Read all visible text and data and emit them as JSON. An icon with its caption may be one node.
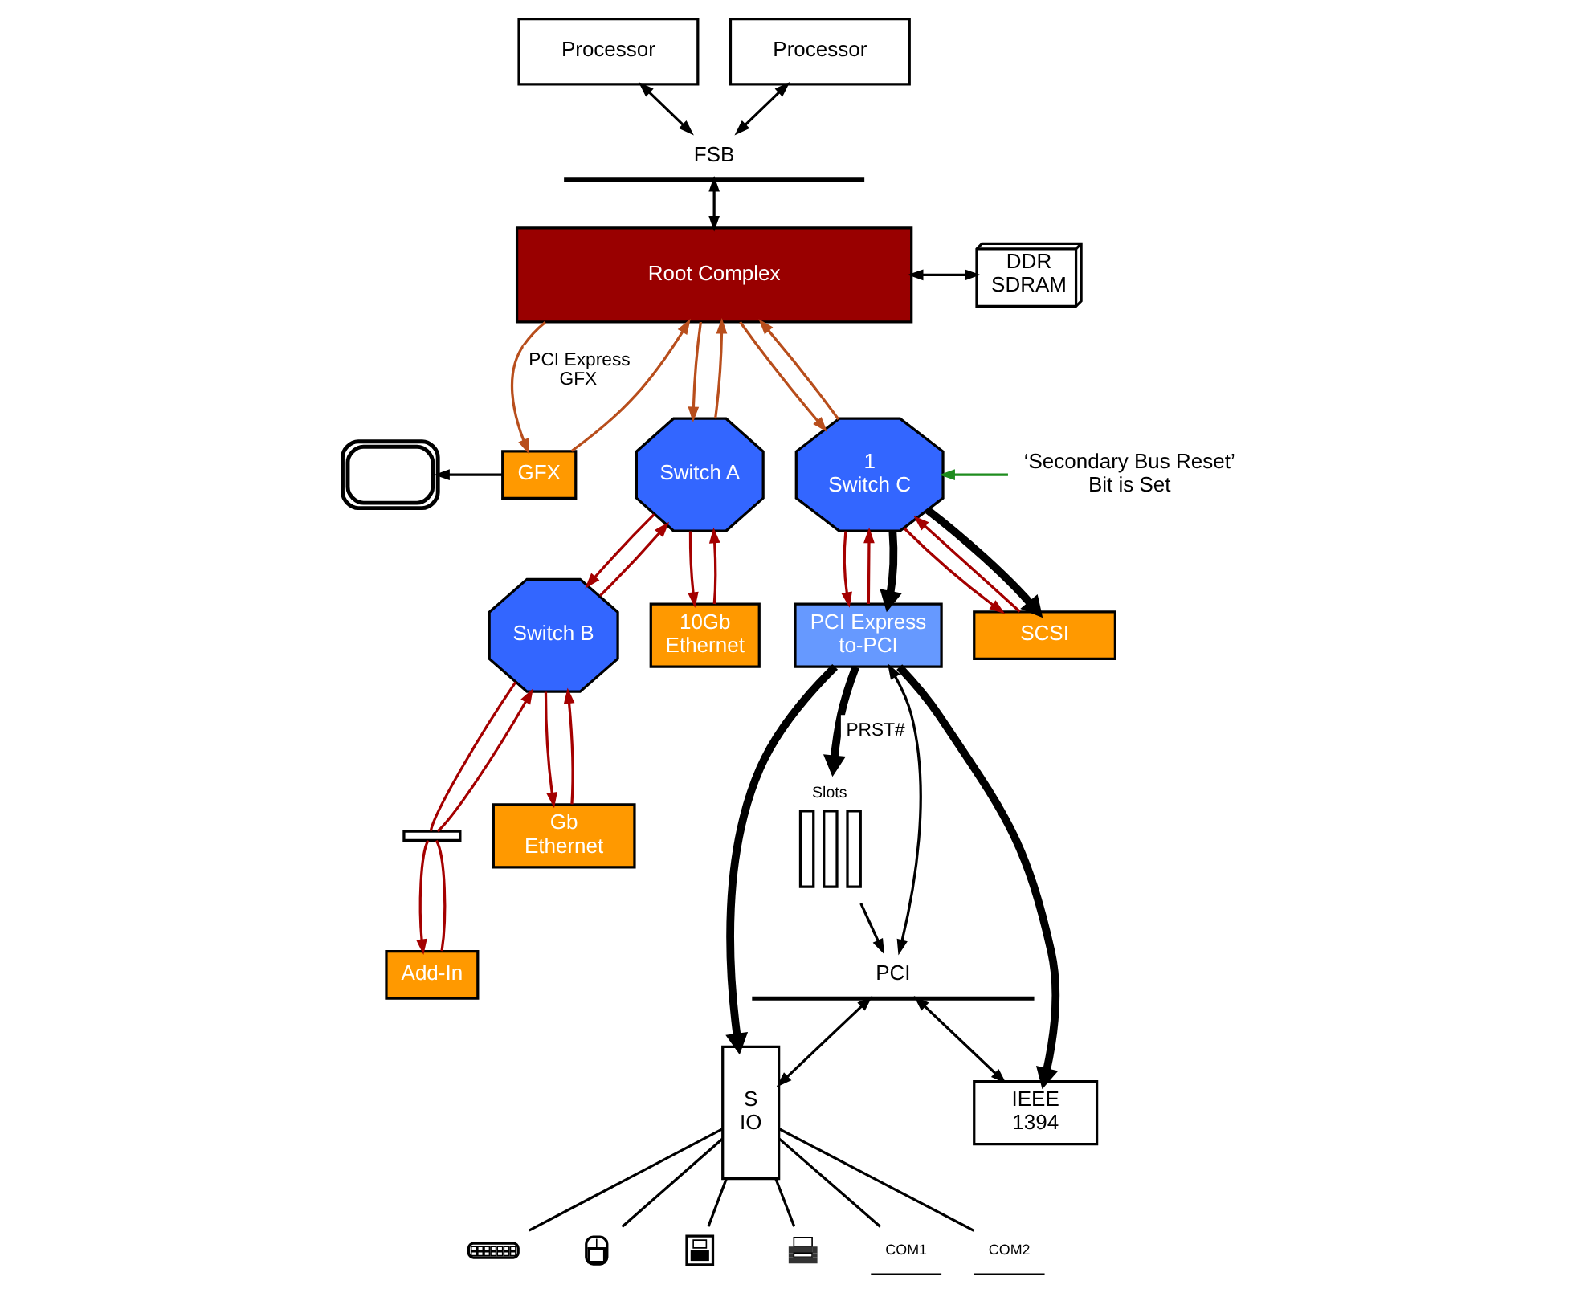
{
  "diagram": {
    "nodes": [
      {
        "text": [
          "Processor"
        ]
      },
      {
        "text": [
          "Processor"
        ]
      },
      {
        "text": [
          "FSB"
        ]
      },
      {
        "text": [],
        "shape": "picture"
      },
      {
        "text": [
          "GFX"
        ]
      },
      {
        "text": [
          "Root Complex"
        ]
      },
      {
        "text": [
          "DDR SDRAM"
        ]
      },
      {
        "text": [
          "Switch A"
        ]
      },
      {
        "text": [
          "1",
          "Switch C"
        ]
      },
      {
        "text": [
          "‘Secondary Bus Reset’ Bit is Set"
        ]
      },
      {
        "text": [
          "Switch B"
        ]
      },
      {
        "text": [
          "10Gb Ethernet"
        ]
      },
      {
        "text": [
          "PCI Express to-PCI"
        ]
      },
      {
        "text": [
          "SCSI"
        ]
      },
      {
        "text": [],
        "shape": "bar"
      },
      {
        "text": [
          "Add-In"
        ]
      },
      {
        "text": [
          "Gb Ethernet"
        ]
      },
      {
        "text": [
          "Slots"
        ]
      },
      {
        "text": [
          "PCI"
        ]
      },
      {
        "text": [],
        "shape": "picture"
      },
      {
        "text": [],
        "shape": "picture"
      },
      {
        "text": [
          "S IO"
        ]
      },
      {
        "text": [],
        "shape": "picture"
      },
      {
        "text": [],
        "shape": "picture"
      },
      {
        "text": [
          "IEEE 1394"
        ]
      },
      {
        "text": [
          "COM1"
        ]
      },
      {
        "text": [
          "COM2"
        ]
      }
    ],
    "edges": [
      {
        "from": 0,
        "to": 2,
        "arrow": "both"
      },
      {
        "from": 1,
        "to": 2,
        "arrow": "both"
      },
      {
        "from": 2,
        "to": 5,
        "arrow": "both"
      },
      {
        "from": 4,
        "to": 3,
        "arrow": "to"
      },
      {
        "from": 5,
        "to": 4,
        "arrow": "to",
        "label": "PCI Express GFX",
        "color": "#b84e1c"
      },
      {
        "from": 4,
        "to": 5,
        "arrow": "to",
        "color": "#b84e1c"
      },
      {
        "from": 5,
        "to": 6,
        "arrow": "both"
      },
      {
        "from": 5,
        "to": 7,
        "arrow": "to",
        "color": "#b84e1c"
      },
      {
        "from": 7,
        "to": 5,
        "arrow": "to",
        "color": "#b84e1c"
      },
      {
        "from": 5,
        "to": 8,
        "arrow": "to",
        "color": "#b84e1c"
      },
      {
        "from": 8,
        "to": 5,
        "arrow": "to",
        "color": "#b84e1c"
      },
      {
        "from": 9,
        "to": 8,
        "arrow": "to",
        "color": "#1e8c1e"
      },
      {
        "from": 7,
        "to": 10,
        "arrow": "to",
        "color": "#a40000"
      },
      {
        "from": 10,
        "to": 7,
        "arrow": "to",
        "color": "#a40000"
      },
      {
        "from": 7,
        "to": 11,
        "arrow": "to",
        "color": "#a40000"
      },
      {
        "from": 11,
        "to": 7,
        "arrow": "to",
        "color": "#a40000"
      },
      {
        "from": 8,
        "to": 12,
        "arrow": "to",
        "color": "#a40000"
      },
      {
        "from": 12,
        "to": 8,
        "arrow": "to",
        "color": "#a40000"
      },
      {
        "from": 8,
        "to": 12,
        "arrow": "to",
        "style": "thick"
      },
      {
        "from": 8,
        "to": 13,
        "arrow": "to",
        "color": "#a40000"
      },
      {
        "from": 13,
        "to": 8,
        "arrow": "to",
        "color": "#a40000"
      },
      {
        "from": 8,
        "to": 13,
        "arrow": "to",
        "style": "thick"
      },
      {
        "from": 10,
        "to": 14,
        "arrow": "none",
        "color": "#a40000"
      },
      {
        "from": 14,
        "to": 15,
        "arrow": "to",
        "color": "#a40000"
      },
      {
        "from": 15,
        "to": 14,
        "arrow": "none",
        "color": "#a40000"
      },
      {
        "from": 14,
        "to": 10,
        "arrow": "to",
        "color": "#a40000"
      },
      {
        "from": 10,
        "to": 16,
        "arrow": "to",
        "color": "#a40000"
      },
      {
        "from": 16,
        "to": 10,
        "arrow": "to",
        "color": "#a40000"
      },
      {
        "from": 12,
        "to": 17,
        "arrow": "to",
        "style": "thick",
        "label": "PRST#"
      },
      {
        "from": 12,
        "to": 21,
        "arrow": "to",
        "style": "thick"
      },
      {
        "from": 12,
        "to": 24,
        "arrow": "to",
        "style": "thick"
      },
      {
        "from": 12,
        "to": 18,
        "arrow": "both"
      },
      {
        "from": 18,
        "to": 21,
        "arrow": "both"
      },
      {
        "from": 18,
        "to": 24,
        "arrow": "both"
      },
      {
        "from": 17,
        "to": 18,
        "arrow": "to"
      },
      {
        "from": 19,
        "to": 21,
        "arrow": "none"
      },
      {
        "from": 20,
        "to": 21,
        "arrow": "none"
      },
      {
        "from": 21,
        "to": 22,
        "arrow": "none"
      },
      {
        "from": 21,
        "to": 23,
        "arrow": "none"
      },
      {
        "from": 25,
        "to": 21,
        "arrow": "none"
      },
      {
        "from": 26,
        "to": 21,
        "arrow": "none"
      }
    ]
  }
}
